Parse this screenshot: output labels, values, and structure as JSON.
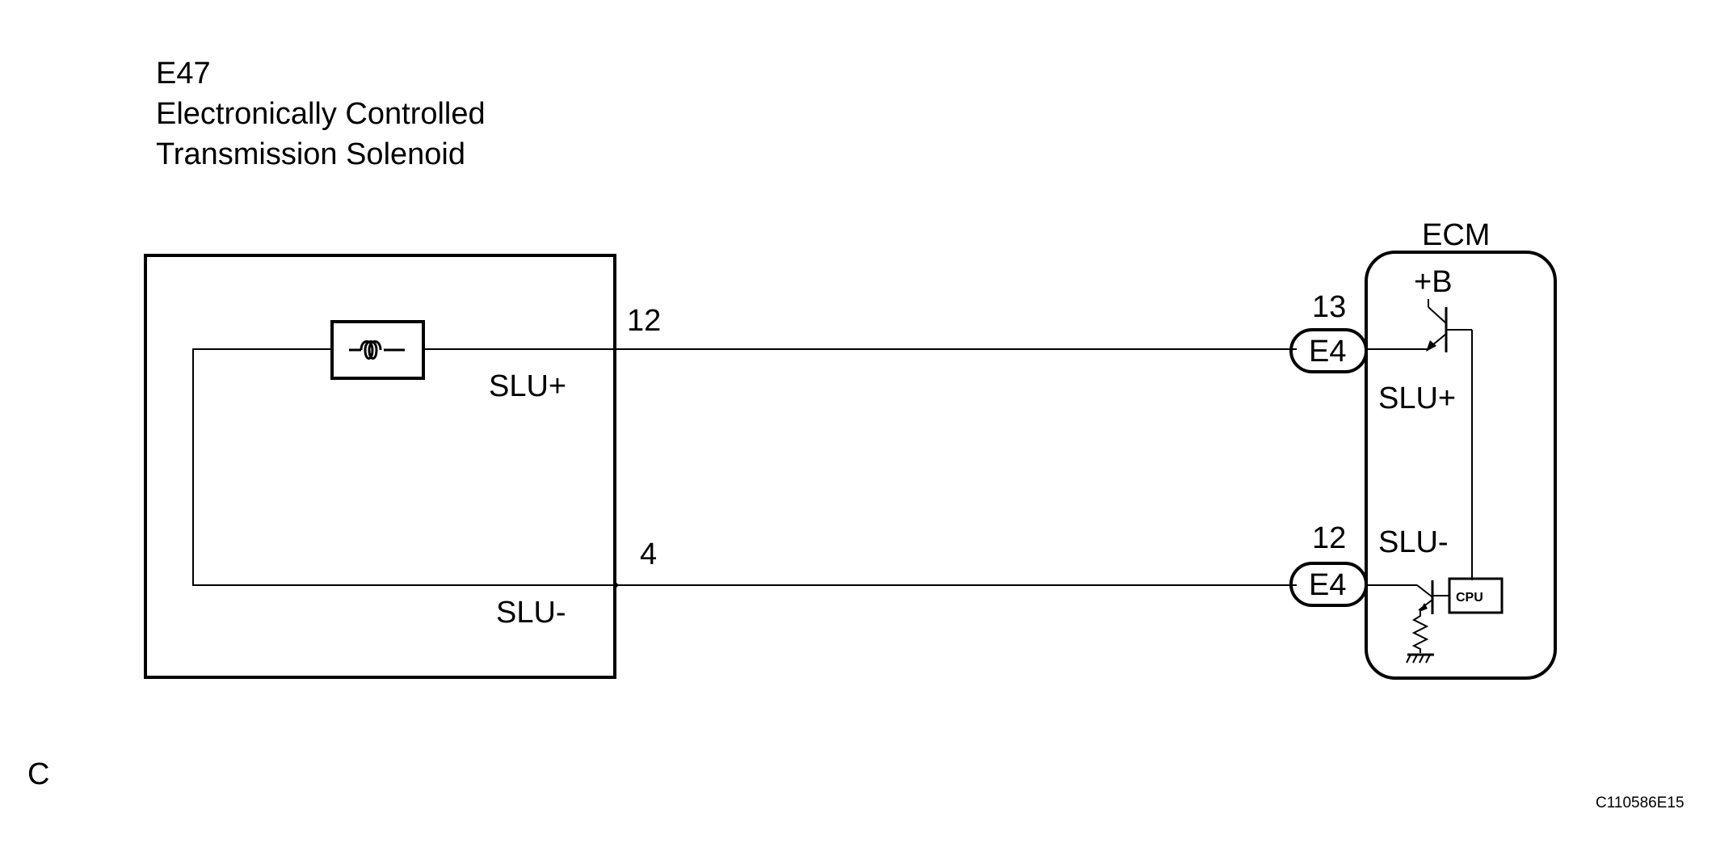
{
  "component": {
    "id": "E47",
    "name_line1": "Electronically Controlled",
    "name_line2": "Transmission Solenoid",
    "pin_plus": "12",
    "pin_minus": "4",
    "label_plus": "SLU+",
    "label_minus": "SLU-"
  },
  "ecm": {
    "title": "ECM",
    "supply": "+B",
    "connector_plus": "E4",
    "connector_minus": "E4",
    "pin_plus": "13",
    "pin_minus": "12",
    "label_plus": "SLU+",
    "label_minus": "SLU-",
    "cpu": "CPU"
  },
  "corner_letter": "C",
  "figure_code": "C110586E15"
}
